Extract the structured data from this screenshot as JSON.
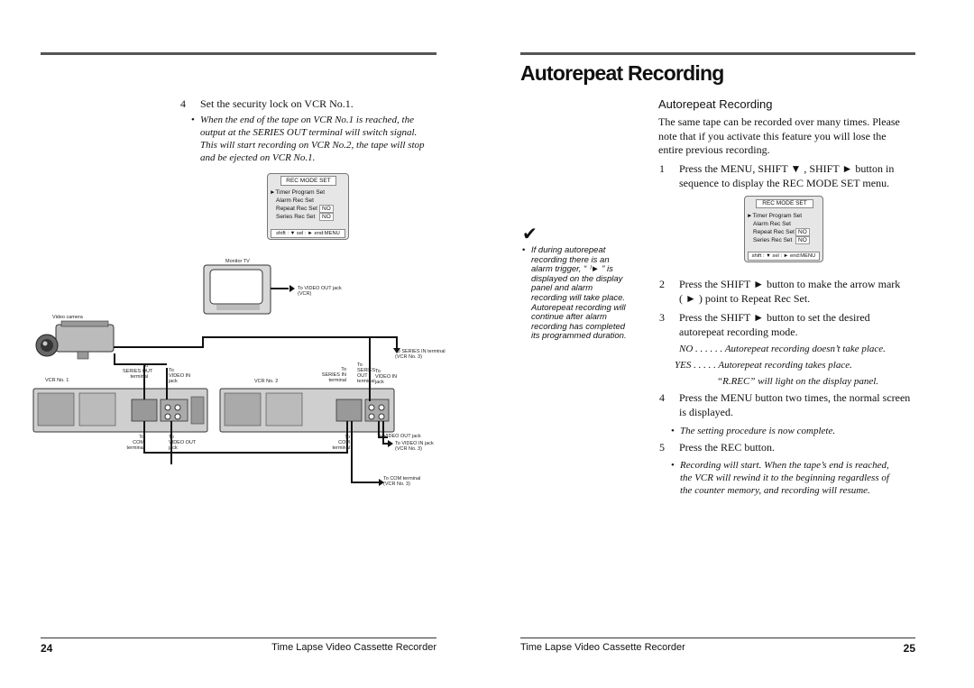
{
  "left": {
    "step4": {
      "num": "4",
      "text": "Set the security lock on VCR No.1."
    },
    "note1": {
      "bullet": "•",
      "lines": [
        "When the end of the tape on VCR No.1 is reached, the",
        "output at the SERIES OUT terminal will switch signal.",
        "This will start recording on VCR No.2, the tape will stop",
        "and be ejected on VCR No.1."
      ]
    },
    "menu": {
      "title": "REC MODE SET",
      "items": [
        "►Timer Program Set",
        "Alarm Rec Set",
        "Repeat Rec Set",
        "Series Rec Set"
      ],
      "values": [
        "NO",
        "NO"
      ],
      "footer": "shift : ▼  sel : ►   end:MENU"
    },
    "diagram": {
      "monitor_label": "Monitor TV",
      "to_video_out_vcr": [
        "To VIDEO OUT jack",
        "(VCR)"
      ],
      "camera_label": "Video camera",
      "to_series_in_vcr3": [
        "To SERIES IN terminal",
        "(VCR No. 3)"
      ],
      "vcr1_label": "VCR No. 1",
      "vcr2_label": "VCR No. 2",
      "series_out_1": [
        "To",
        "SERIES OUT",
        "terminal"
      ],
      "video_in_1": [
        "To",
        "VIDEO IN",
        "jack"
      ],
      "series_in_2": [
        "To",
        "SERIES IN",
        "terminal"
      ],
      "series_out_2": [
        "To",
        "SERIES",
        "OUT",
        "terminal"
      ],
      "video_in_2": [
        "To",
        "VIDEO IN",
        "jack"
      ],
      "com_1": [
        "To",
        "COM",
        "terminal"
      ],
      "video_out_1": [
        "To",
        "VIDEO OUT",
        "jack"
      ],
      "com_2": [
        "To",
        "COM",
        "terminal"
      ],
      "to_video_out_jack": "To VIDEO OUT jack",
      "to_video_in_vcr3": [
        "To VIDEO IN jack",
        "(VCR No. 3)"
      ],
      "to_com_vcr3": [
        "To COM  terminal",
        "(VCR No. 3)"
      ]
    },
    "footer": {
      "page": "24",
      "title": "Time Lapse Video Cassette Recorder"
    }
  },
  "right": {
    "page_title": "Autorepeat Recording",
    "section_title": "Autorepeat Recording",
    "intro": [
      "The same tape can be recorded over many times. Please",
      "note that if you activate this feature you will lose the",
      "entire previous recording."
    ],
    "step1": {
      "num": "1",
      "lines": [
        "Press the MENU, SHIFT ▼ , SHIFT ►  button in",
        "sequence to display the REC MODE SET menu."
      ]
    },
    "checkmark": "✔",
    "side_note": {
      "bullet": "•",
      "lines": [
        "If during autorepeat",
        "recording there is an",
        "alarm trigger, “ ⁾► ” is",
        "displayed on the display",
        "panel and alarm",
        "recording will take place.",
        "Autorepeat recording will",
        "continue after alarm",
        "recording has completed",
        "its programmed duration."
      ]
    },
    "menu": {
      "title": "REC MODE SET",
      "items": [
        "►Timer Program Set",
        "Alarm Rec Set",
        "Repeat Rec Set",
        "Series Rec Set"
      ],
      "values": [
        "NO",
        "NO"
      ],
      "footer": "shift : ▼  sel : ►   end:MENU"
    },
    "step2": {
      "num": "2",
      "lines": [
        "Press the SHIFT ►  button to make the arrow mark",
        "( ► ) point to Repeat Rec Set."
      ]
    },
    "step3": {
      "num": "3",
      "lines": [
        "Press the SHIFT ►  button to set the desired",
        "autorepeat recording mode."
      ]
    },
    "opt_no": "NO . . . . . . Autorepeat recording doesn’t take place.",
    "opt_yes": "YES . . . . . Autorepeat recording takes place.",
    "opt_rrec": "“R.REC” will light on the display panel.",
    "step4": {
      "num": "4",
      "lines": [
        "Press the MENU button two times, the normal screen",
        "is displayed."
      ]
    },
    "complete": {
      "bullet": "•",
      "text": "The setting procedure is now complete."
    },
    "step5": {
      "num": "5",
      "text": "Press the REC button."
    },
    "note5": {
      "bullet": "•",
      "lines": [
        "Recording will start. When the tape’s end is reached,",
        "the VCR will rewind it to the beginning regardless of",
        "the counter memory, and recording  will resume."
      ]
    },
    "footer": {
      "title": "Time Lapse Video Cassette Recorder",
      "page": "25"
    }
  }
}
